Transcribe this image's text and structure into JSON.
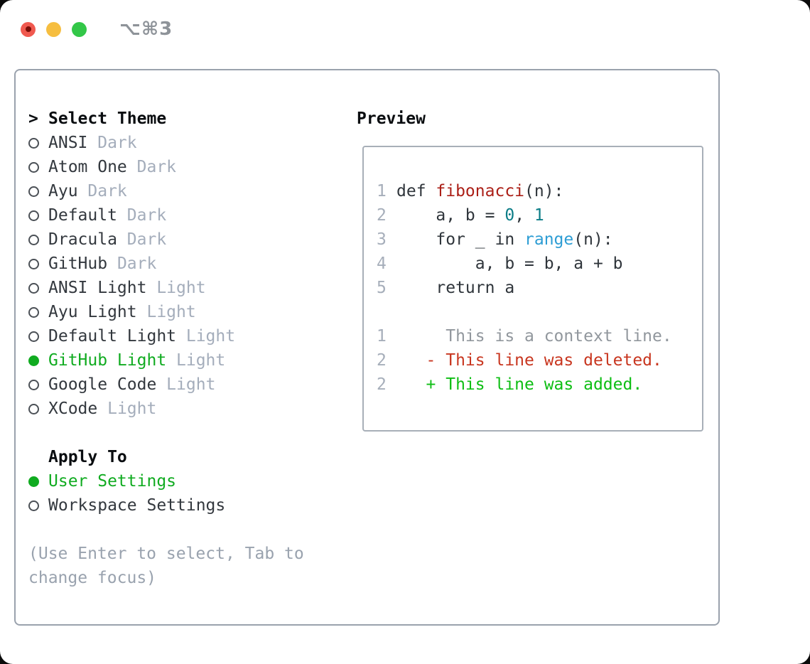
{
  "window": {
    "title_shortcut": "⌥⌘3",
    "traffic_lights": [
      "close",
      "minimize",
      "zoom"
    ]
  },
  "theme_picker": {
    "header_marker": ">",
    "header": "Select Theme",
    "items": [
      {
        "name": "ANSI",
        "variant": "Dark",
        "selected": false
      },
      {
        "name": "Atom One",
        "variant": "Dark",
        "selected": false
      },
      {
        "name": "Ayu",
        "variant": "Dark",
        "selected": false
      },
      {
        "name": "Default",
        "variant": "Dark",
        "selected": false
      },
      {
        "name": "Dracula",
        "variant": "Dark",
        "selected": false
      },
      {
        "name": "GitHub",
        "variant": "Dark",
        "selected": false
      },
      {
        "name": "ANSI Light",
        "variant": "Light",
        "selected": false
      },
      {
        "name": "Ayu Light",
        "variant": "Light",
        "selected": false
      },
      {
        "name": "Default Light",
        "variant": "Light",
        "selected": false
      },
      {
        "name": "GitHub Light",
        "variant": "Light",
        "selected": true
      },
      {
        "name": "Google Code",
        "variant": "Light",
        "selected": false
      },
      {
        "name": "XCode",
        "variant": "Light",
        "selected": false
      }
    ],
    "apply_to": {
      "header": "Apply To",
      "options": [
        {
          "label": "User Settings",
          "selected": true
        },
        {
          "label": "Workspace Settings",
          "selected": false
        }
      ]
    },
    "hint_lines": [
      "(Use Enter to select, Tab to",
      "change focus)"
    ]
  },
  "preview": {
    "header": "Preview",
    "lines": [
      {
        "num": "1",
        "segs": [
          {
            "t": "def ",
            "c": "d"
          },
          {
            "t": "fibonacci",
            "c": "func"
          },
          {
            "t": "(n):",
            "c": "d"
          }
        ]
      },
      {
        "num": "2",
        "segs": [
          {
            "t": "    a, b = ",
            "c": "d"
          },
          {
            "t": "0",
            "c": "num"
          },
          {
            "t": ", ",
            "c": "d"
          },
          {
            "t": "1",
            "c": "num"
          }
        ]
      },
      {
        "num": "3",
        "segs": [
          {
            "t": "    for _ in ",
            "c": "d"
          },
          {
            "t": "range",
            "c": "builtin"
          },
          {
            "t": "(n):",
            "c": "d"
          }
        ]
      },
      {
        "num": "4",
        "segs": [
          {
            "t": "        a, b = b, a + b",
            "c": "d"
          }
        ]
      },
      {
        "num": "5",
        "segs": [
          {
            "t": "    return a",
            "c": "d"
          }
        ]
      },
      {
        "blank": true
      },
      {
        "num": "1",
        "segs": [
          {
            "t": "     This is a context line.",
            "c": "ctx"
          }
        ]
      },
      {
        "num": "2",
        "segs": [
          {
            "t": "   - This line was deleted.",
            "c": "del"
          }
        ]
      },
      {
        "num": "2",
        "segs": [
          {
            "t": "   + This line was added.",
            "c": "add"
          }
        ]
      }
    ]
  },
  "colors": {
    "window_bg": "#ffffff",
    "panel_border": "#9aa2ad",
    "preview_border": "#a8afb8",
    "ink_black": "#0a0d10",
    "ink_dark": "#33383e",
    "soft_gray": "#a4adbb",
    "hint_gray": "#99a2ae",
    "lineno_gray": "#a6aeba",
    "radio_ring": "#4b5056",
    "green_selected": "#10ab20",
    "code_ink": "#2f353b",
    "code_function_red": "#ab1f17",
    "code_number_teal": "#0c7d87",
    "code_builtin_blue": "#2d9dd4",
    "diff_context_gray": "#91979d",
    "diff_deleted_red": "#c8361f",
    "diff_added_green": "#0ebe14",
    "title_gray": "#8e9399",
    "light_red": "#f0594f",
    "light_red_dot": "#7a0d06",
    "light_yellow": "#f6be40",
    "light_green": "#33c748"
  }
}
